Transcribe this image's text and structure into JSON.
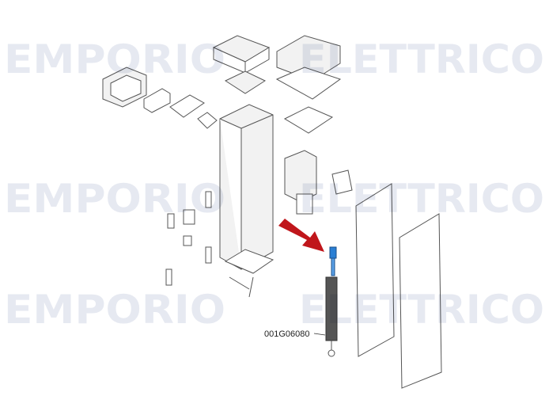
{
  "watermark": {
    "text_left": "EMPORIO",
    "text_right": "ELETTRICO"
  },
  "callout": {
    "part_number": "001G06080"
  },
  "colors": {
    "arrow": "#c0161b",
    "highlight_part": "#2a7fd4",
    "spring": "#555555"
  }
}
